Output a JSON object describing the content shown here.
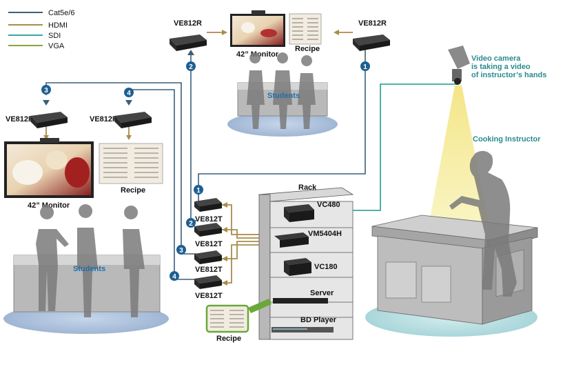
{
  "legend": [
    {
      "label": "Cat5e/6",
      "color": "#3b5f7a"
    },
    {
      "label": "HDMI",
      "color": "#a88c4a"
    },
    {
      "label": "SDI",
      "color": "#3aa6a0"
    },
    {
      "label": "VGA",
      "color": "#8da33a"
    }
  ],
  "labels": {
    "ve812r": "VE812R",
    "ve812t": "VE812T",
    "monitor": "42” Monitor",
    "recipe": "Recipe",
    "students": "Students",
    "rack": "Rack",
    "vc480": "VC480",
    "vm5404h": "VM5404H",
    "vc180": "VC180",
    "server": "Server",
    "bd_player": "BD Player",
    "camera_line1": "Video camera",
    "camera_line2": "is taking a video",
    "camera_line3": "of instructor’s hands",
    "instructor": "Cooking Instructor"
  },
  "channels": [
    "1",
    "2",
    "3",
    "4"
  ]
}
